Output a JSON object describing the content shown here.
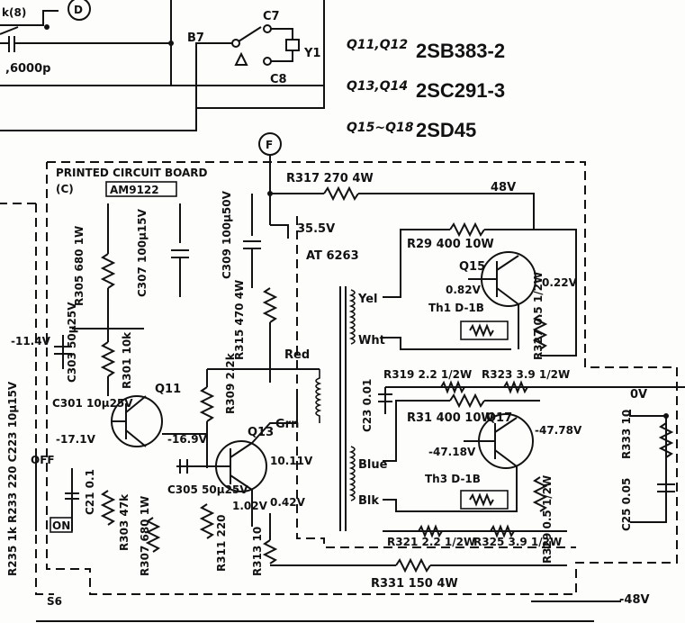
{
  "transistors": {
    "q11_q12": {
      "label": "Q11,Q12",
      "part": "2SB383-2"
    },
    "q13_q14": {
      "label": "Q13,Q14",
      "part": "2SC291-3"
    },
    "q15_q18": {
      "label": "Q15~Q18",
      "part": "2SD45"
    }
  },
  "board": {
    "title": "PRINTED CIRCUIT BOARD",
    "id": "(C)",
    "code": "AM9122"
  },
  "connectors": {
    "d": "D",
    "f": "F"
  },
  "switch": {
    "b7": "B7",
    "c7": "C7",
    "c8": "C8",
    "y1": "Y1"
  },
  "top_left": {
    "part": "k(8)",
    "cap": ",6000p"
  },
  "components": {
    "r317": "R317 270 4W",
    "v48": "48V",
    "v35_5": "35.5V",
    "at6263": "AT 6263",
    "r305": "R305 680 1W",
    "c307": "C307 100μ15V",
    "c309": "C309 100μ50V",
    "r315": "R315 470 4W",
    "r29": "R29 400 10W",
    "q15": "Q15",
    "v0_82": "0.82V",
    "v0_22": "0.22V",
    "th1": "Th1 D-1B",
    "r327": "R327 0.5 1/2W",
    "v11_4": "-11.4V",
    "c303": "C303 50μ25V",
    "r301": "R301 10k",
    "q11": "Q11",
    "c301": "C301 10μ25V",
    "v17_1": "-17.1V",
    "v16_9": "-16.9V",
    "r309": "R309 2.2k",
    "q13": "Q13",
    "red": "Red",
    "grn": "Grn",
    "yel": "Yel",
    "wht": "Wht",
    "blue": "Blue",
    "blk": "Blk",
    "c23": "C23 0.01",
    "r319": "R319 2.2 1/2W",
    "r323": "R323 3.9 1/2W",
    "r31": "R31 400 10W",
    "q17": "Q17",
    "v47_18": "-47.18V",
    "v47_78": "-47.78V",
    "th3": "Th3 D-1B",
    "r329": "R329 0.5 1/2W",
    "v0": "0V",
    "r333": "R333 10",
    "c25": "C25 0.05",
    "v10_11": "10.11V",
    "v1_02": "1.02V",
    "v0_42": "0.42V",
    "c305": "C305 50μ25V",
    "r303": "R303 47k",
    "r307": "R307 680 1W",
    "r311": "R311 220",
    "r313": "R313 10",
    "c21": "C21 0.1",
    "r321": "R321 2.2 1/2W",
    "r325": "R325 3.9 1/2W",
    "r331": "R331 150 4W",
    "vm48": "-48V",
    "off": "OFF",
    "on": "ON",
    "s6": "S6",
    "left_col": "R235 1k R233 220 C223 10μ15V"
  },
  "colors": {
    "ink": "#111111",
    "paper": "#fdfdfb"
  }
}
